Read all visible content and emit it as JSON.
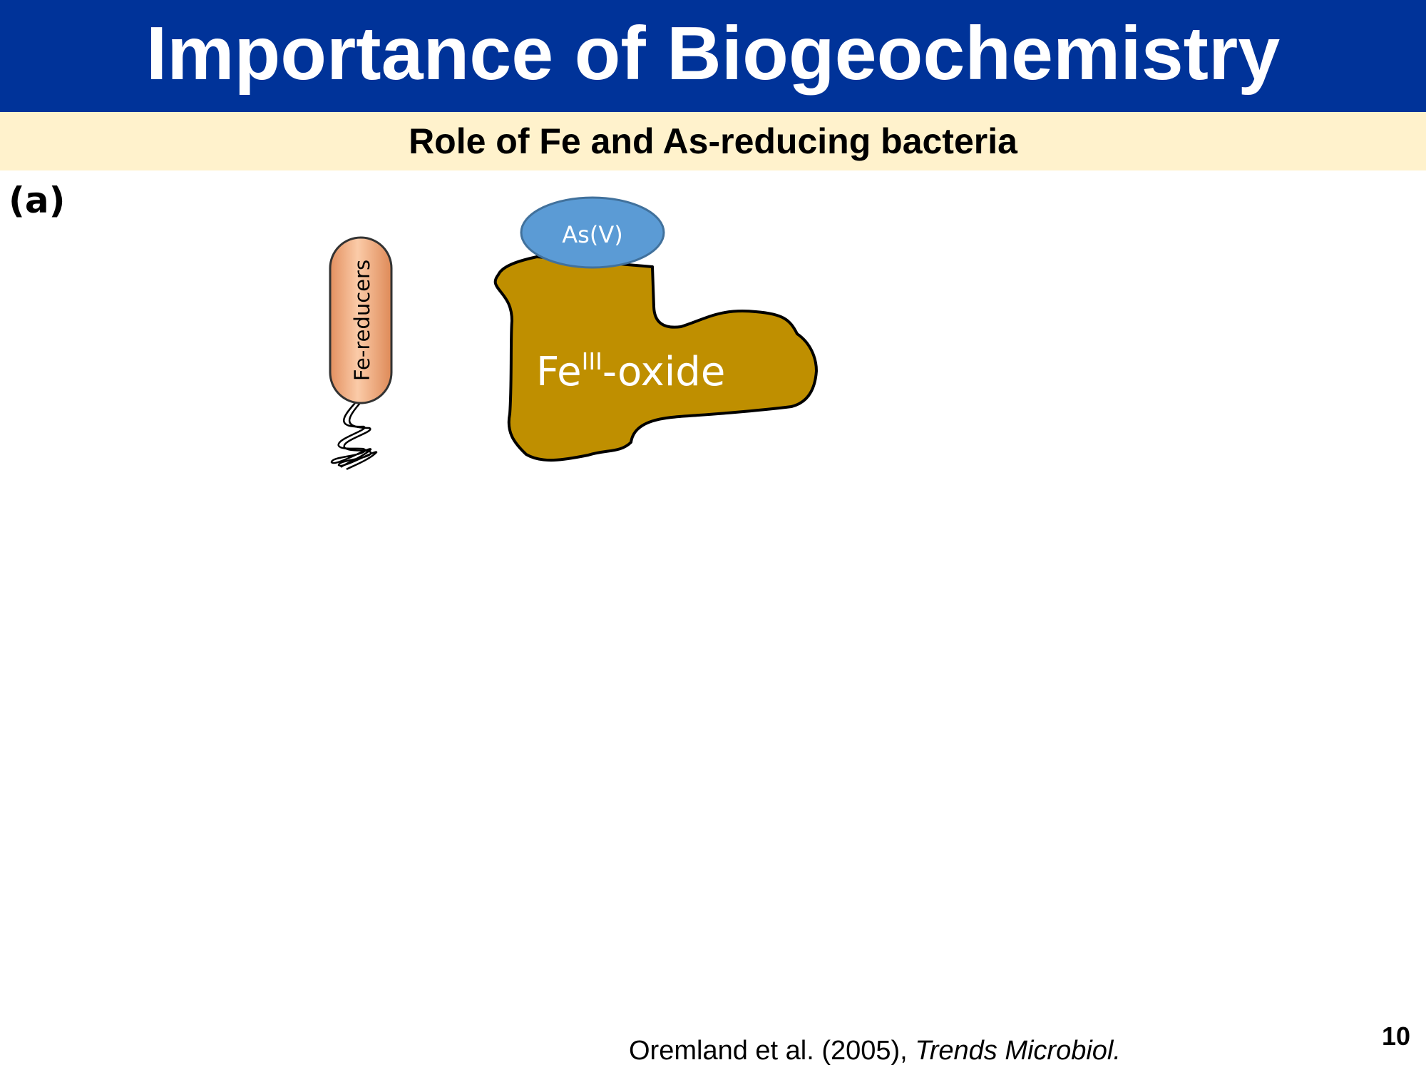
{
  "slide": {
    "title": "Importance of Biogeochemistry",
    "subtitle": "Role of Fe and As-reducing bacteria",
    "panel_label": "(a)",
    "page_number": "10"
  },
  "diagram": {
    "bacterium_label": "Fe-reducers",
    "arsenic_label": "As(V)",
    "oxide_label_base": "Fe",
    "oxide_label_sup": "III",
    "oxide_label_suffix": "-oxide"
  },
  "citation": {
    "authors": "Oremland et al. (2005), ",
    "journal": "Trends Microbiol."
  },
  "colors": {
    "title_bar": "#003399",
    "subtitle_bar": "#fff2cc",
    "oxide_fill": "#bf8f00",
    "arsenic_fill": "#5b9bd5",
    "bacterium_fill": "#f4b183"
  }
}
